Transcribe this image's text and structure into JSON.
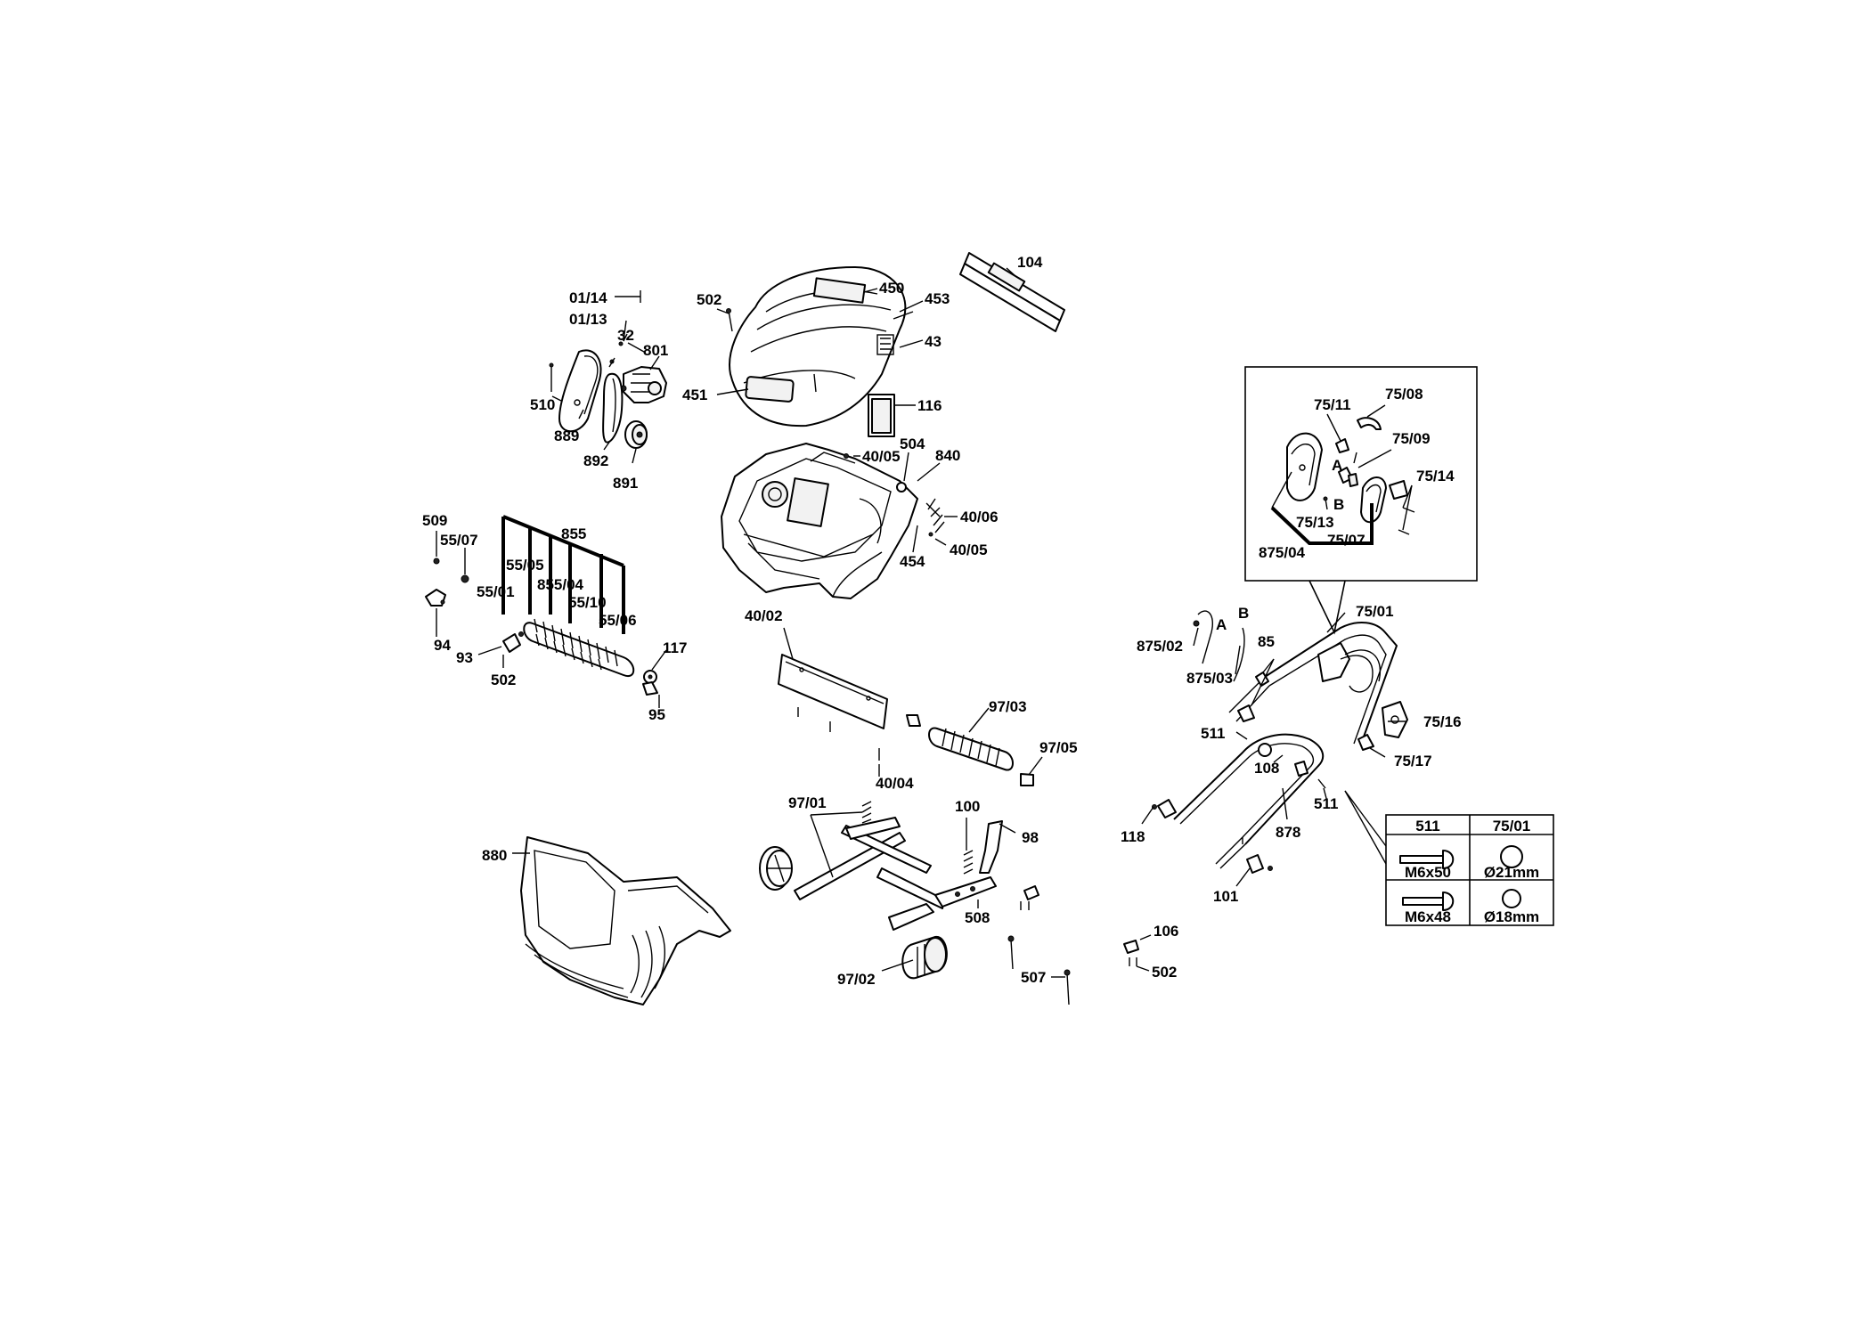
{
  "callouts": [
    {
      "id": "c104",
      "text": "104"
    },
    {
      "id": "c450",
      "text": "450"
    },
    {
      "id": "c453",
      "text": "453"
    },
    {
      "id": "c43",
      "text": "43"
    },
    {
      "id": "c502a",
      "text": "502"
    },
    {
      "id": "c451",
      "text": "451"
    },
    {
      "id": "c116",
      "text": "116"
    },
    {
      "id": "c0114",
      "text": "01/14"
    },
    {
      "id": "c0113",
      "text": "01/13"
    },
    {
      "id": "c32",
      "text": "32"
    },
    {
      "id": "c801",
      "text": "801"
    },
    {
      "id": "c510",
      "text": "510"
    },
    {
      "id": "c889",
      "text": "889"
    },
    {
      "id": "c892",
      "text": "892"
    },
    {
      "id": "c891",
      "text": "891"
    },
    {
      "id": "c4005a",
      "text": "40/05"
    },
    {
      "id": "c504",
      "text": "504"
    },
    {
      "id": "c840",
      "text": "840"
    },
    {
      "id": "c4006",
      "text": "40/06"
    },
    {
      "id": "c4005b",
      "text": "40/05"
    },
    {
      "id": "c454",
      "text": "454"
    },
    {
      "id": "c509",
      "text": "509"
    },
    {
      "id": "c5507",
      "text": "55/07"
    },
    {
      "id": "c855",
      "text": "855"
    },
    {
      "id": "c5505",
      "text": "55/05"
    },
    {
      "id": "c85504",
      "text": "855/04"
    },
    {
      "id": "c5501",
      "text": "55/01"
    },
    {
      "id": "c5510",
      "text": "55/10"
    },
    {
      "id": "c5506",
      "text": "55/06"
    },
    {
      "id": "c94",
      "text": "94"
    },
    {
      "id": "c93",
      "text": "93"
    },
    {
      "id": "c502b",
      "text": "502"
    },
    {
      "id": "c117",
      "text": "117"
    },
    {
      "id": "c95",
      "text": "95"
    },
    {
      "id": "c4002",
      "text": "40/02"
    },
    {
      "id": "c9703",
      "text": "97/03"
    },
    {
      "id": "c9705",
      "text": "97/05"
    },
    {
      "id": "c4004",
      "text": "40/04"
    },
    {
      "id": "c9701",
      "text": "97/01"
    },
    {
      "id": "c100",
      "text": "100"
    },
    {
      "id": "c98",
      "text": "98"
    },
    {
      "id": "c508",
      "text": "508"
    },
    {
      "id": "c880",
      "text": "880"
    },
    {
      "id": "c9702",
      "text": "97/02"
    },
    {
      "id": "c507",
      "text": "507"
    },
    {
      "id": "c106",
      "text": "106"
    },
    {
      "id": "c502c",
      "text": "502"
    },
    {
      "id": "c7511",
      "text": "75/11"
    },
    {
      "id": "c7508",
      "text": "75/08"
    },
    {
      "id": "c7509",
      "text": "75/09"
    },
    {
      "id": "cA1",
      "text": "A"
    },
    {
      "id": "cB1",
      "text": "B"
    },
    {
      "id": "c7514",
      "text": "75/14"
    },
    {
      "id": "c7513",
      "text": "75/13"
    },
    {
      "id": "c7507",
      "text": "75/07"
    },
    {
      "id": "c87504",
      "text": "875/04"
    },
    {
      "id": "c87502",
      "text": "875/02"
    },
    {
      "id": "cA2",
      "text": "A"
    },
    {
      "id": "cB2",
      "text": "B"
    },
    {
      "id": "c7501",
      "text": "75/01"
    },
    {
      "id": "c85",
      "text": "85"
    },
    {
      "id": "c87503",
      "text": "875/03"
    },
    {
      "id": "c511a",
      "text": "511"
    },
    {
      "id": "c7516",
      "text": "75/16"
    },
    {
      "id": "c7517",
      "text": "75/17"
    },
    {
      "id": "c108",
      "text": "108"
    },
    {
      "id": "c511b",
      "text": "511"
    },
    {
      "id": "c118",
      "text": "118"
    },
    {
      "id": "c878",
      "text": "878"
    },
    {
      "id": "c101",
      "text": "101"
    }
  ],
  "spec_table": {
    "headers": [
      "511",
      "75/01"
    ],
    "rows": [
      {
        "bolt": "M6x50",
        "diameter": "Ø21mm"
      },
      {
        "bolt": "M6x48",
        "diameter": "Ø18mm"
      }
    ]
  }
}
